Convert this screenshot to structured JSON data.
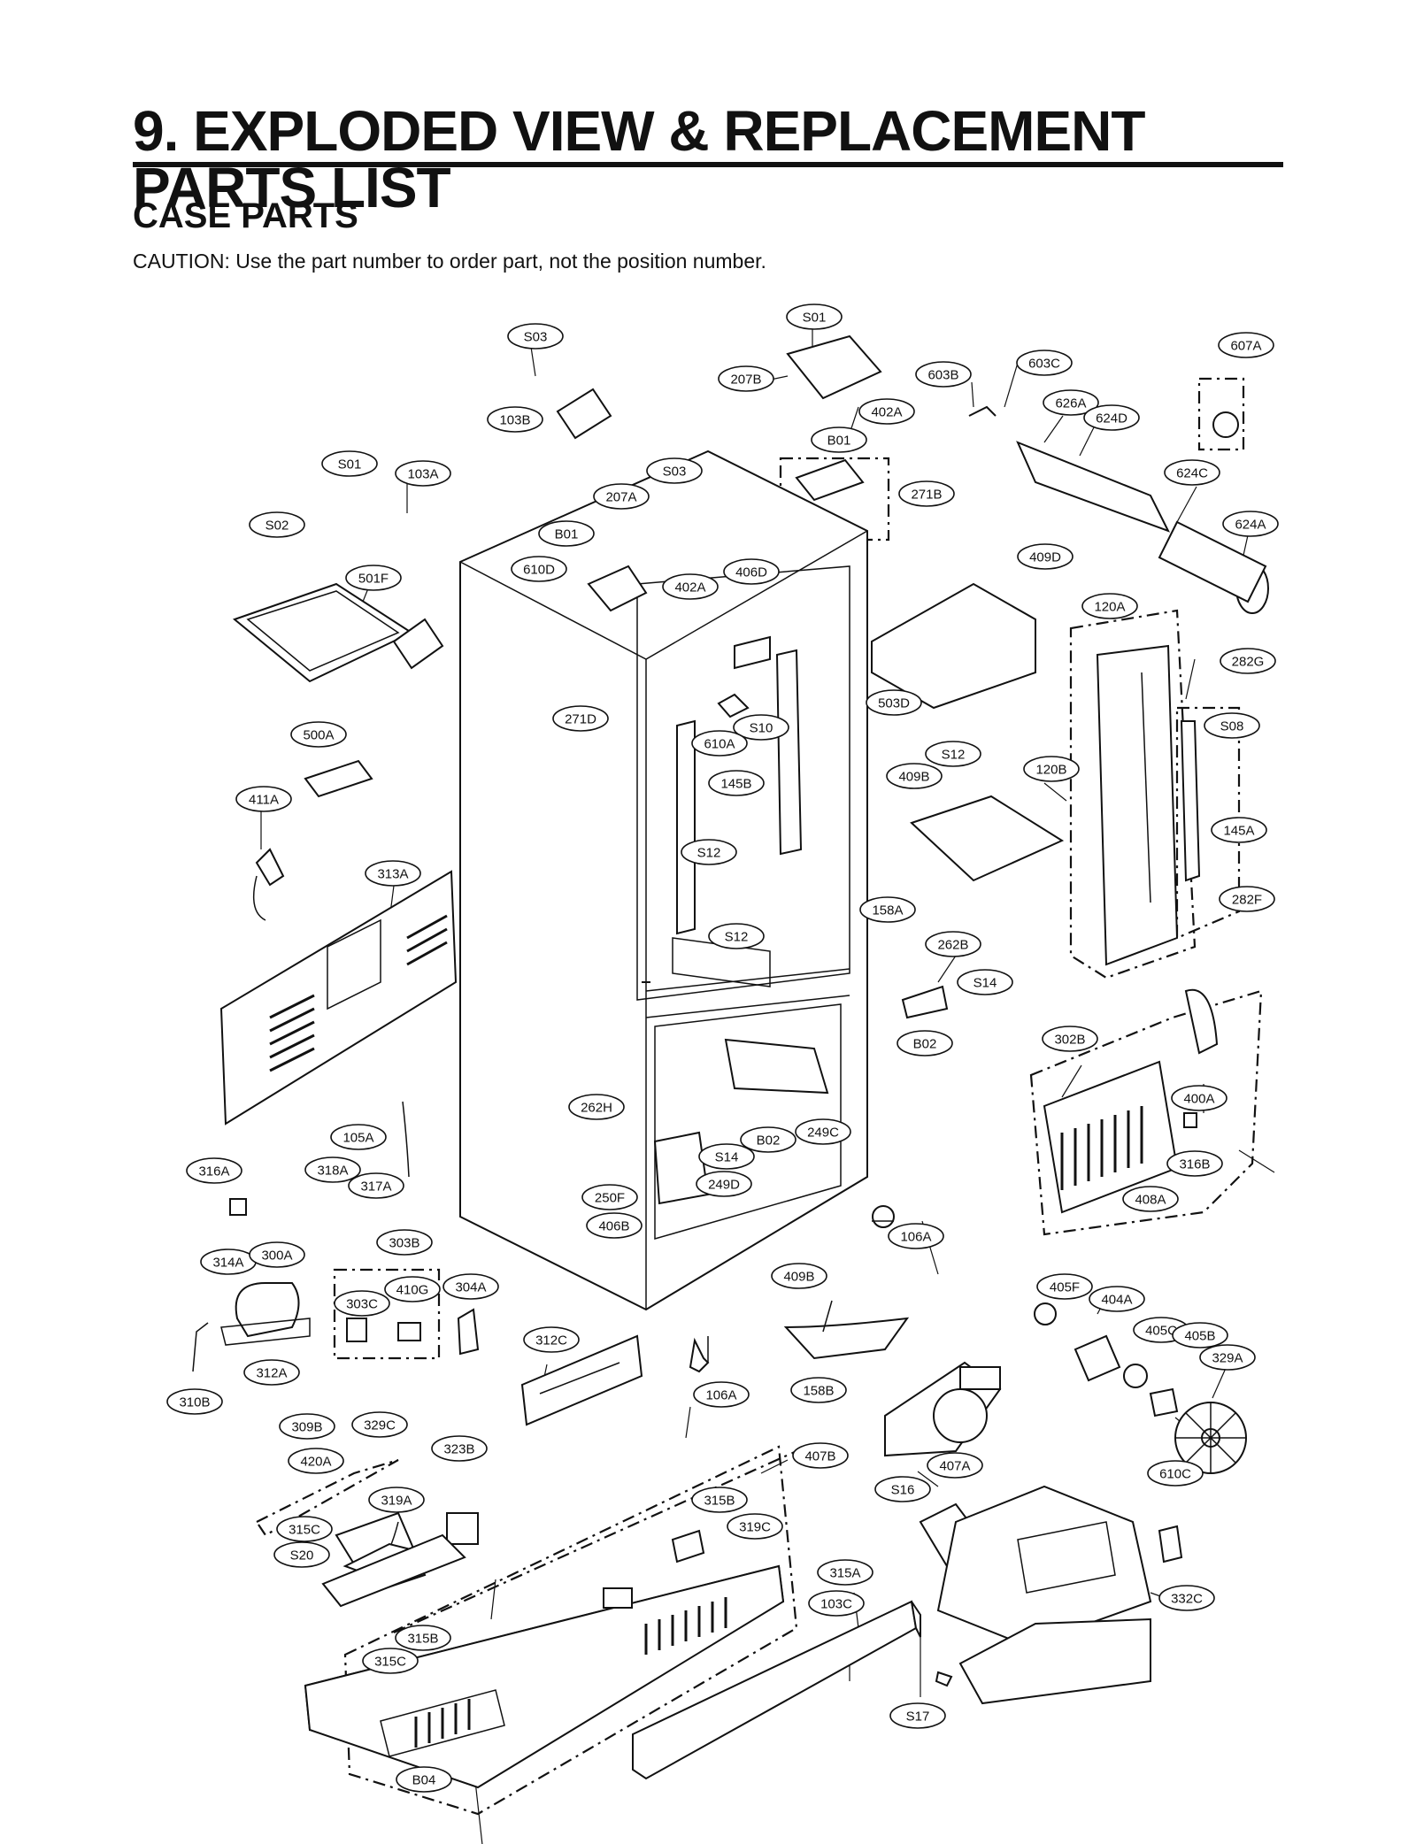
{
  "header": {
    "title": "9. EXPLODED VIEW & REPLACEMENT PARTS LIST",
    "section": "CASE PARTS",
    "caution": "CAUTION: Use the part number to order part, not the position number."
  },
  "callouts": [
    "S01",
    "S03",
    "607A",
    "207B",
    "603B",
    "603C",
    "402A",
    "103B",
    "626A",
    "624D",
    "B01",
    "S01",
    "103A",
    "S03",
    "207A",
    "271B",
    "624C",
    "S02",
    "B01",
    "624A",
    "610D",
    "402A",
    "406D",
    "409D",
    "501F",
    "120A",
    "282G",
    "503D",
    "271D",
    "S08",
    "S10",
    "610A",
    "S12",
    "500A",
    "409B",
    "120B",
    "145B",
    "411A",
    "145A",
    "S12",
    "313A",
    "158A",
    "282F",
    "S12",
    "262B",
    "S14",
    "B02",
    "302B",
    "262H",
    "400A",
    "249C",
    "B02",
    "105A",
    "316A",
    "318A",
    "S14",
    "316B",
    "317A",
    "249D",
    "250F",
    "408A",
    "406B",
    "106A",
    "303B",
    "314A",
    "300A",
    "409B",
    "405F",
    "410G",
    "304A",
    "404A",
    "303C",
    "405C",
    "405B",
    "312C",
    "329A",
    "312A",
    "106A",
    "158B",
    "310B",
    "309B",
    "329C",
    "323B",
    "420A",
    "407B",
    "407A",
    "610C",
    "S16",
    "319A",
    "315B",
    "315C",
    "319C",
    "S20",
    "315A",
    "332C",
    "103C",
    "315B",
    "315C",
    "S17",
    "B04"
  ]
}
